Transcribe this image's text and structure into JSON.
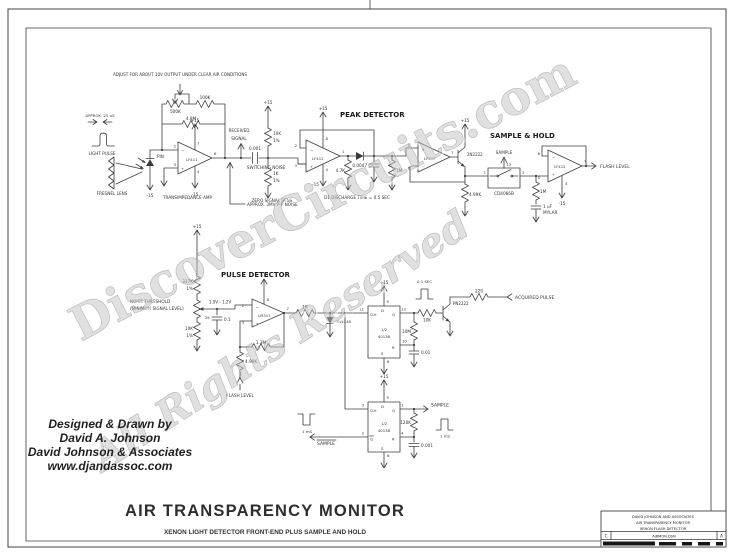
{
  "watermark": {
    "line1": "DiscoverCircuits.com",
    "line2": "All Rights Reserved"
  },
  "page": {
    "footer_title": "AIR TRANSPARENCY MONITOR",
    "footer_subtitle": "XENON LIGHT DETECTOR FRONT-END PLUS SAMPLE AND HOLD"
  },
  "credits": {
    "line1": "Designed & Drawn by",
    "line2": "David A. Johnson",
    "line3": "David Johnson & Associates",
    "line4": "www.djandassoc.com"
  },
  "title_block": {
    "company": "DAVID JOHNSON AND ASSOCIATES",
    "line2": "AIR TRANSPARENCY MONITOR",
    "line3": "XENON FLASH DETECTOR",
    "size": "C",
    "doc": "AIRMON.DSN",
    "rev": "A"
  },
  "supply": {
    "pos": "+15",
    "neg": "-15"
  },
  "sign": {
    "plus": "+",
    "minus": "−"
  },
  "pins": {
    "1": "1",
    "2": "2",
    "3": "3",
    "4": "4",
    "5": "5",
    "6": "6",
    "7": "7",
    "8": "8",
    "9": "9",
    "10": "10",
    "11": "11",
    "13": "13"
  },
  "ff": {
    "half": "1/2",
    "part": "4013B",
    "clk": "CLK",
    "d": "D",
    "q": "Q",
    "qb": "Q",
    "r": "R",
    "s": "S"
  },
  "input": {
    "adjust_note": "ADJUST FOR ABOUT 10V OUTPUT UNDER CLEAR AIR CONDITIONS",
    "pulse_width": "APPROX. 25 uS",
    "light_pulse": "LIGHT PULSE",
    "lens": "FRESNEL LENS",
    "photodiode": "PIN",
    "pot": "500K",
    "r_adj": "100K",
    "r_fb": "4.8M",
    "opamp": "LF411",
    "amp_label": "TRANSIMPEDANCE AMP",
    "received_1": "RECEIVED",
    "received_2": "SIGNAL",
    "coupling_cap": "0.001",
    "cap_note": "SWITCHING NOISE",
    "noise_note": "APPROX. 3MV P-P NOISE",
    "div_r1": "10K",
    "div_r2": "1K",
    "tol": "1%",
    "div_label": "ZERO SIGNAL SENS"
  },
  "peak": {
    "title": "PEAK DETECTOR",
    "opamp": "LF412",
    "r_load": "4.7K",
    "c_hold": "0.0047",
    "r_bleed": "1M",
    "note": "D1 DISCHARGE TIME = 0.5 SEC"
  },
  "sh": {
    "title": "SAMPLE & HOLD",
    "buffer_opamp": "LF412",
    "transistor": "2N2222",
    "r_emitter": "4.99K",
    "switch": "CD4066B",
    "sample": "SAMPLE",
    "r_hold": "1M",
    "c_hold": "1 uF",
    "c_hold_type": "MYLAR",
    "opamp": "LF412",
    "output": "FLASH LEVEL"
  },
  "pulse": {
    "title": "PULSE DETECTOR",
    "r_top": "337K",
    "tol": "1%",
    "pot": "2K",
    "threshold": "1.9V - 1.2V",
    "note_1": "NOISE THRESHOLD",
    "note_2": "(MINIMUM SIGNAL LEVEL)",
    "r_div": "10K",
    "c_filter": "0.1",
    "comparator": "LM311",
    "r_fb": "1.3M",
    "r_in": "4.99K",
    "flash_level": "FLASH LEVEL",
    "r_out": "1K",
    "clamp_diode": "1N4148"
  },
  "os1": {
    "pulse_width": "0.1 SEC",
    "r_base": "10K",
    "transistor": "PN2222",
    "r_out": "220",
    "output": "ACQUIRED PULSE",
    "r_timing": "10M",
    "c_timing": "0.01"
  },
  "os2": {
    "pulse_width": "1 mS",
    "output": "SAMPLE",
    "output_inv": "SAMPLE",
    "r_timing": "120K",
    "c_timing": "0.001"
  }
}
